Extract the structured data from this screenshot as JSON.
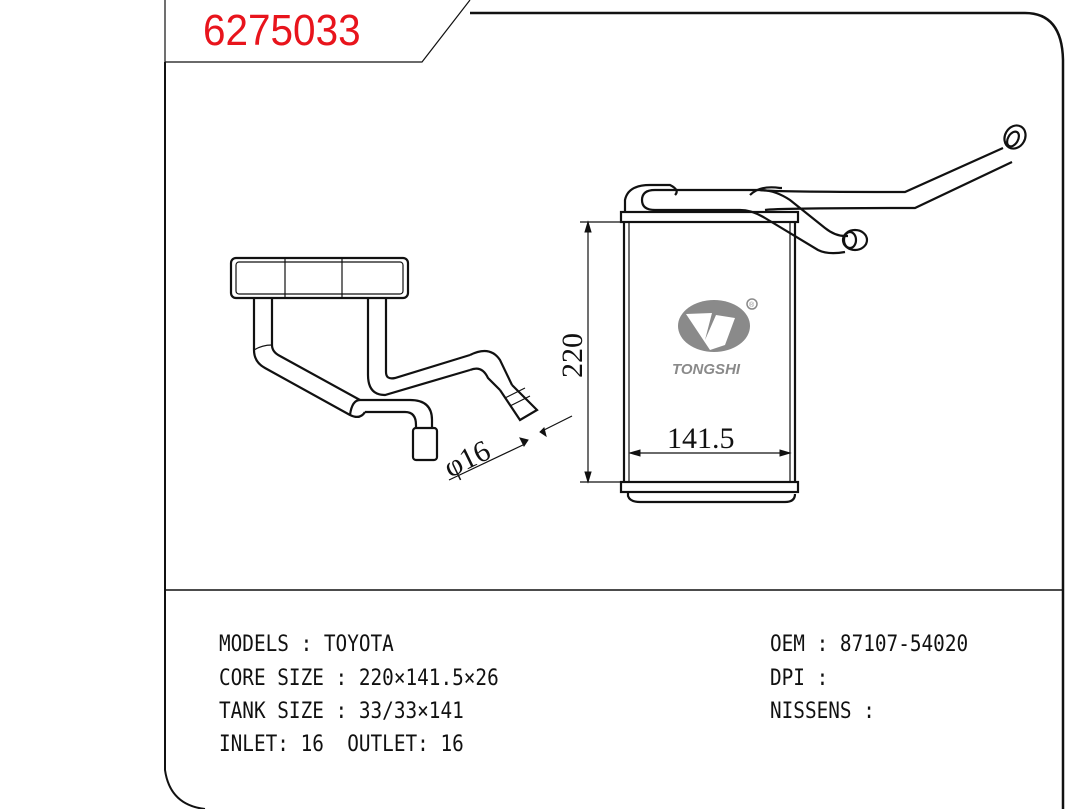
{
  "part_number": "6275033",
  "brand": {
    "name": "TONGSHI",
    "registered_mark": "®"
  },
  "dimensions": {
    "height": "220",
    "width": "141.5",
    "pipe_diameter": "φ16"
  },
  "specs": {
    "models": "MODELS : TOYOTA",
    "core_size": "CORE SIZE : 220×141.5×26",
    "tank_size": "TANK SIZE : 33/33×141",
    "inlet_outlet": "INLET: 16  OUTLET: 16",
    "oem": "OEM : 87107-54020",
    "dpi": "DPI :",
    "nissens": "NISSENS :"
  },
  "colors": {
    "part_number": "#e8141c",
    "logo": "#8a8a8a",
    "lines": "#111111"
  }
}
